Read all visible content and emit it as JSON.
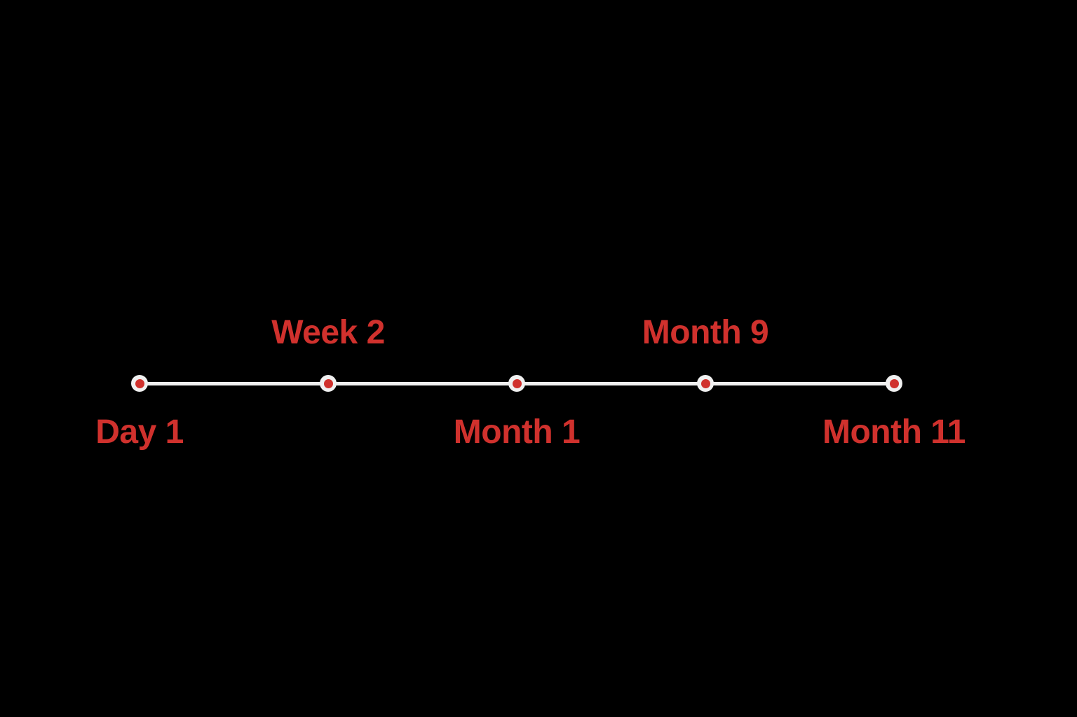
{
  "colors": {
    "background": "#000000",
    "line": "#f0f0f0",
    "dot-ring": "#f0f0f0",
    "dot-center": "#d0312d",
    "label": "#d0312d"
  },
  "timeline": {
    "description": "Horizontal timeline with five milestone dots, labels alternating above and below the line",
    "milestones": [
      {
        "label": "Day 1",
        "label_position": "below"
      },
      {
        "label": "Week 2",
        "label_position": "above"
      },
      {
        "label": "Month 1",
        "label_position": "below"
      },
      {
        "label": "Month 9",
        "label_position": "above"
      },
      {
        "label": "Month 11",
        "label_position": "below"
      }
    ]
  }
}
